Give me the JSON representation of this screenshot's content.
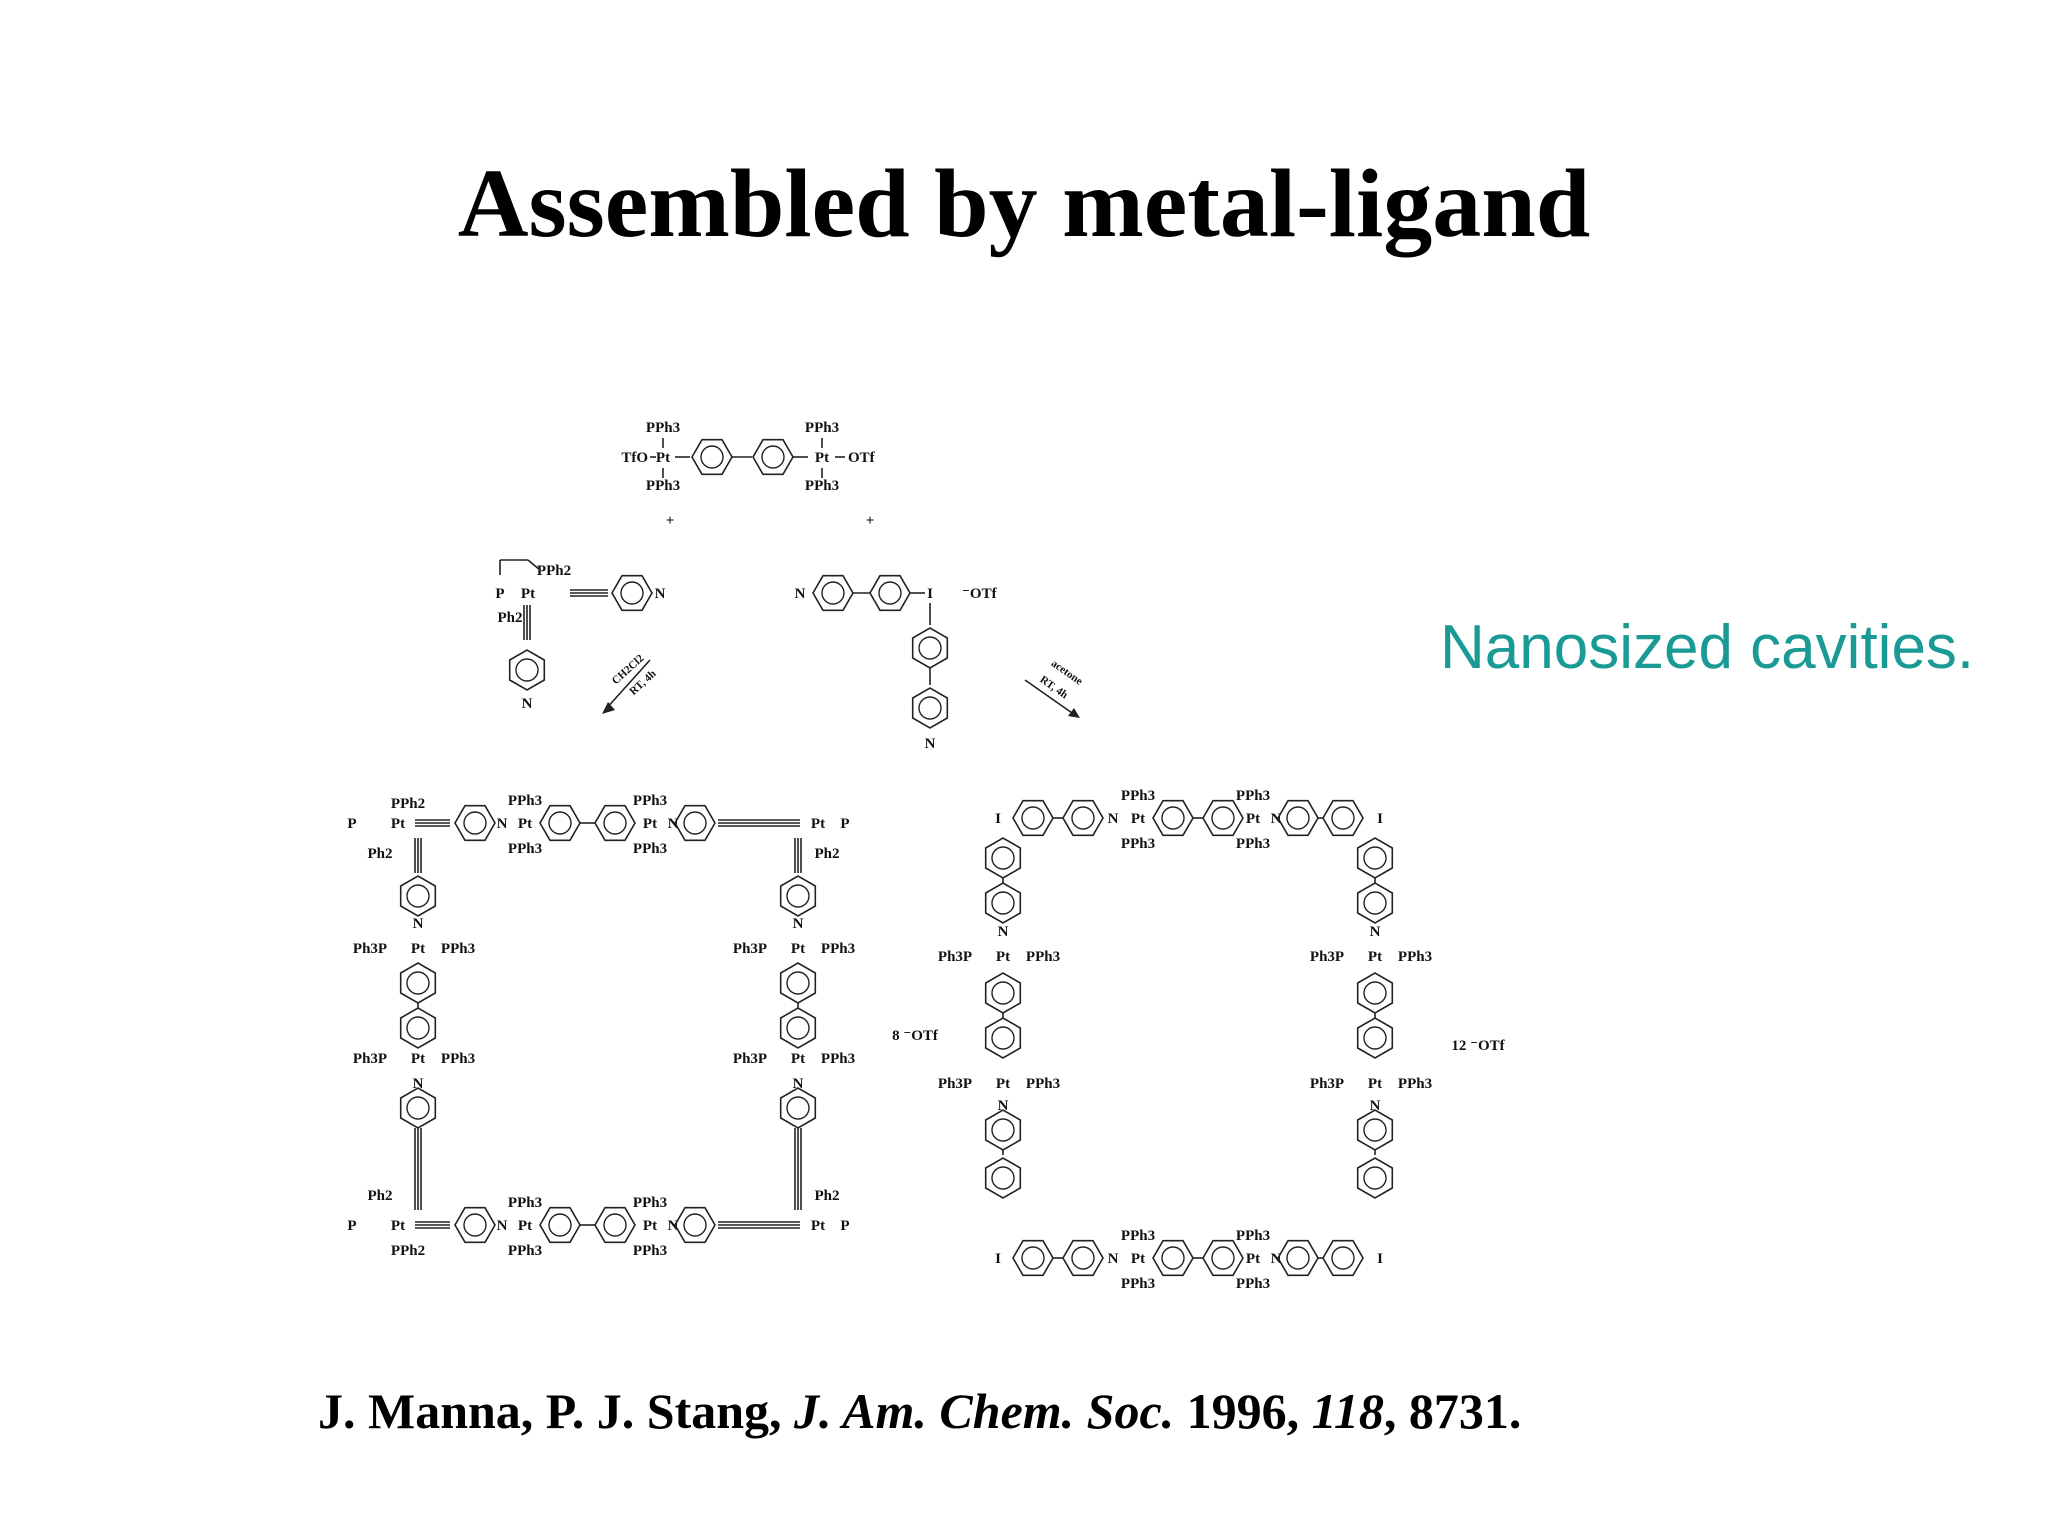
{
  "slide": {
    "title": "Assembled by metal-ligand",
    "side_note": "Nanosized cavities.",
    "side_note_color": "#1a9a94",
    "citation": {
      "authors": "J. Manna, P. J. Stang, ",
      "journal": "J. Am. Chem. Soc.",
      "year": " 1996, ",
      "volume": "118",
      "pages": ", 8731."
    }
  },
  "scheme": {
    "reagent_top": {
      "ppph3": "PPh3",
      "tfo": "TfO",
      "otf": "OTf",
      "pt": "Pt"
    },
    "plus": "+",
    "left_conditions": {
      "solvent": "CH2Cl2",
      "time": "RT, 4h"
    },
    "right_conditions": {
      "solvent": "acetone",
      "time": "RT, 4h"
    },
    "left_counterions": "8 ⁻OTf",
    "right_counterions": "12 ⁻OTf",
    "labels": {
      "pph2": "PPh2",
      "ph2": "Ph2",
      "p": "P",
      "n": "N",
      "i": "I",
      "ph3p": "Ph3P",
      "otf_minus": "⁻OTf"
    }
  }
}
